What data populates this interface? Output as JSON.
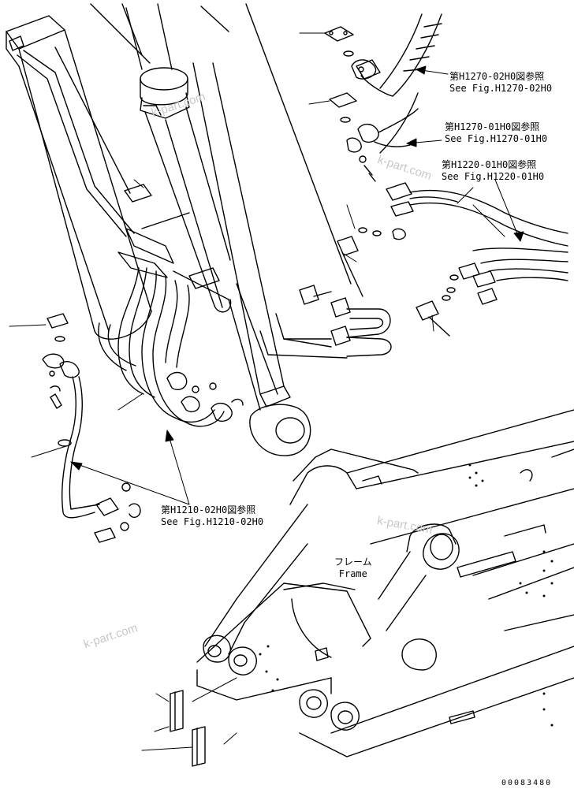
{
  "references": [
    {
      "jp": "第H1270-02H0図参照",
      "en": "See Fig.H1270-02H0"
    },
    {
      "jp": "第H1270-01H0図参照",
      "en": "See Fig.H1270-01H0"
    },
    {
      "jp": "第H1220-01H0図参照",
      "en": "See Fig.H1220-01H0"
    },
    {
      "jp": "第H1210-02H0図参照",
      "en": "See Fig.H1210-02H0"
    }
  ],
  "frame_label": {
    "jp": "フレーム",
    "en": "Frame"
  },
  "watermarks": [
    "k-part.com",
    "k-part.com",
    "k-part.com",
    "k-part.com"
  ],
  "drawing_code": "00083480"
}
